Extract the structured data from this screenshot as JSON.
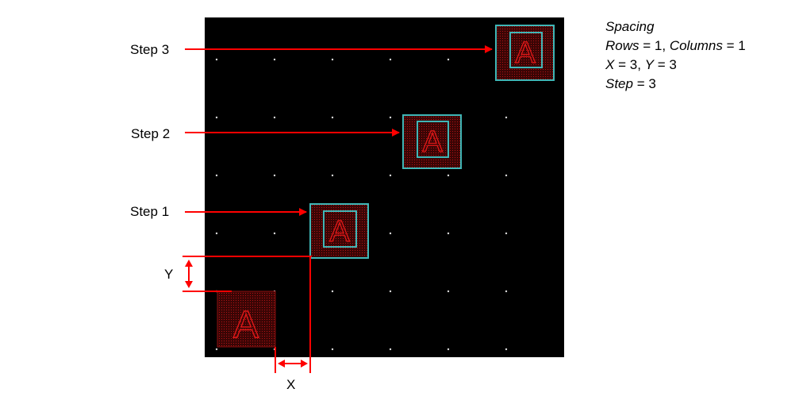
{
  "step_labels": [
    "Step 3",
    "Step 2",
    "Step 1"
  ],
  "dimension_labels": {
    "x": "X",
    "y": "Y"
  },
  "spacing_panel": {
    "title": "Spacing",
    "rows_label": "Rows",
    "rows_value": "1",
    "columns_label": "Columns",
    "columns_value": "1",
    "x_label": "X",
    "x_value": "3",
    "y_label": "Y",
    "y_value": "3",
    "step_label": "Step",
    "step_value": "3"
  },
  "cell_glyph": "A",
  "colors": {
    "canvas": "#000000",
    "arrow": "#ff0000",
    "grid_dot": "#d8d8d8",
    "instance_fill": "#5a0a0a",
    "instance_outline": "#3fb6b6",
    "glyph": "#e01818"
  }
}
